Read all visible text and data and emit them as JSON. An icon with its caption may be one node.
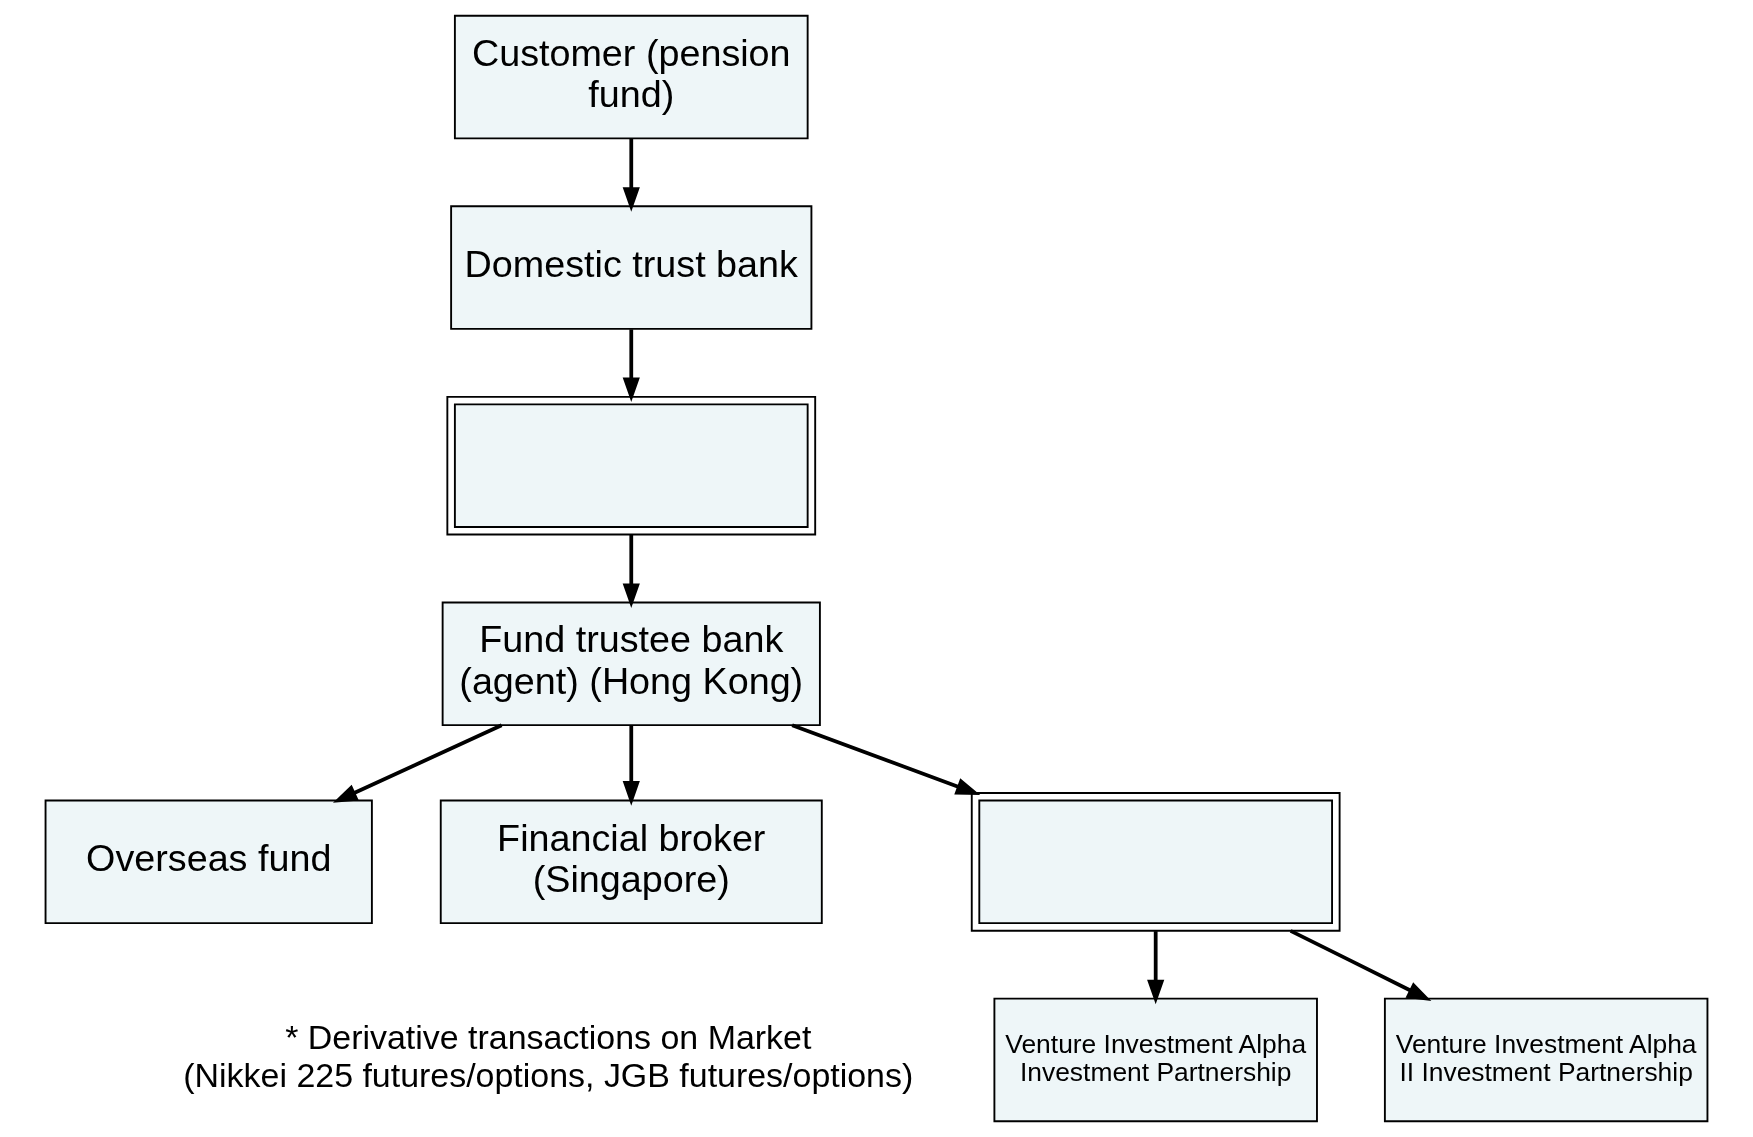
{
  "diagram": {
    "nodes": [
      {
        "text": [
          "Customer (pension fund)"
        ]
      },
      {
        "text": [
          "Domestic trust bank"
        ]
      },
      {
        "text": [],
        "shape": "box"
      },
      {
        "text": [
          "Fund trustee bank (agent) (Hong Kong)"
        ]
      },
      {
        "text": [
          "Overseas fund"
        ]
      },
      {
        "text": [
          "Financial broker (Singapore)"
        ],
        "beside": [
          "* Derivative transactions on Market",
          "(Nikkei 225 futures/options, JGB futures/options)"
        ]
      },
      {
        "text": [],
        "shape": "box"
      },
      {
        "text": [
          "Venture Investment Alpha Investment Partnership"
        ]
      },
      {
        "text": [
          "Venture Investment Alpha II Investment Partnership"
        ]
      }
    ],
    "edges": [
      {
        "from": 0,
        "to": 1,
        "arrow": "to"
      },
      {
        "from": 1,
        "to": 2,
        "arrow": "to"
      },
      {
        "from": 2,
        "to": 3,
        "arrow": "to"
      },
      {
        "from": 3,
        "to": 4,
        "arrow": "to"
      },
      {
        "from": 3,
        "to": 5,
        "arrow": "to"
      },
      {
        "from": 3,
        "to": 6,
        "arrow": "to"
      },
      {
        "from": 6,
        "to": 7,
        "arrow": "to"
      },
      {
        "from": 6,
        "to": 8,
        "arrow": "to"
      }
    ]
  }
}
